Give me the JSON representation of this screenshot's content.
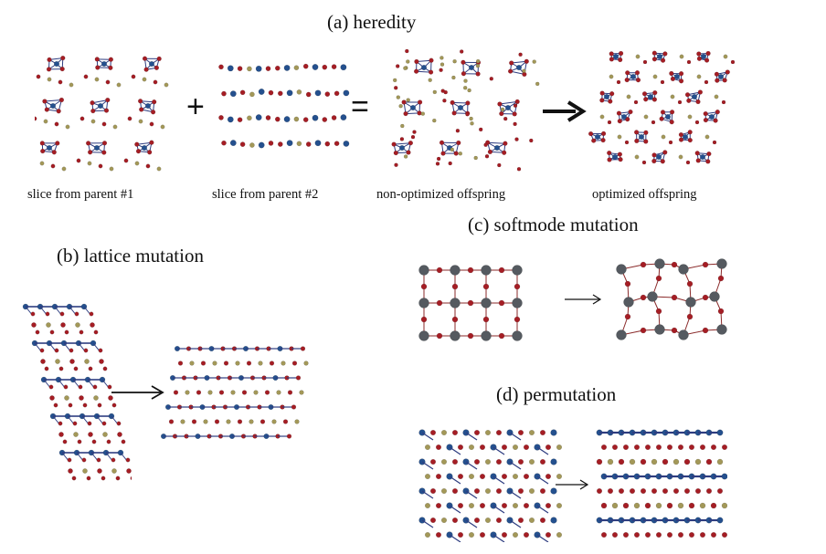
{
  "heredity": {
    "title": "(a) heredity",
    "captions": [
      "slice from parent #1",
      "slice from parent #2",
      "non-optimized offspring",
      "optimized offspring"
    ],
    "plus_symbol": "+",
    "equals_symbol": "="
  },
  "lattice": {
    "title": "(b) lattice mutation"
  },
  "softmode": {
    "title": "(c) softmode mutation"
  },
  "permutation": {
    "title": "(d) permutation"
  },
  "colors": {
    "oxygen": "#a51d24",
    "metal_blue": "#24508e",
    "cation_olive": "#a39858",
    "softmode_gray": "#555a60",
    "bond": "#2e3d80"
  }
}
